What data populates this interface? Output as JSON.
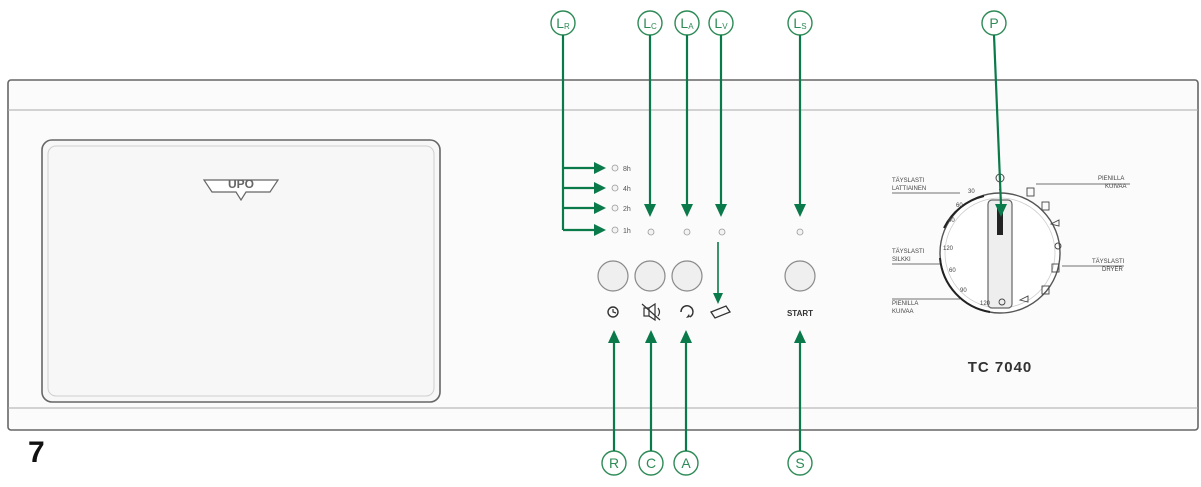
{
  "figure_number": "7",
  "brand_logo": "UPO",
  "model": "TC 7040",
  "start_label": "START",
  "top_callouts": [
    {
      "id": "lr",
      "main": "L",
      "sub": "R"
    },
    {
      "id": "lc",
      "main": "L",
      "sub": "C"
    },
    {
      "id": "la",
      "main": "L",
      "sub": "A"
    },
    {
      "id": "lv",
      "main": "L",
      "sub": "V"
    },
    {
      "id": "ls",
      "main": "L",
      "sub": "S"
    },
    {
      "id": "p",
      "main": "P",
      "sub": ""
    }
  ],
  "bottom_callouts": [
    "R",
    "C",
    "A",
    "S"
  ],
  "delay_hours": [
    "8h",
    "4h",
    "2h",
    "1h"
  ],
  "dial_side_labels": [
    {
      "line1": "TÄYSLASTI",
      "line2": "LATTIAINEN"
    },
    {
      "line1": "TÄYSLASTI",
      "line2": "SILKKI"
    },
    {
      "line1": "TÄYSLASTI",
      "line2": "DRYER"
    },
    {
      "line1": "PIENILLA",
      "line2": "KUIVAA"
    },
    {
      "line1": "PIENILLA",
      "line2": "KUIVAA"
    }
  ],
  "dial_minutes": [
    "30",
    "60",
    "40",
    "120",
    "60",
    "90",
    "120"
  ],
  "icons": {
    "button_r": "clock-icon",
    "button_c": "buzzer-icon",
    "button_a": "anti-crease-icon",
    "indicator_v": "water-container-icon"
  },
  "colors": {
    "callout": "#2e8b57",
    "arrow": "#0a7a4a",
    "panel_stroke": "#555555"
  }
}
